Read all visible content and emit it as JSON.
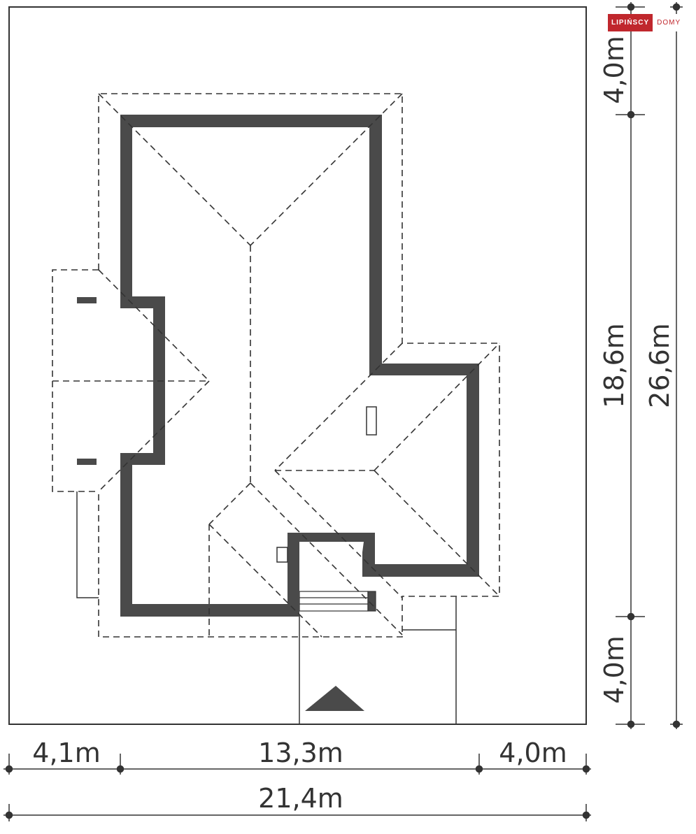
{
  "logo": {
    "primary": "LIPIŃSCY",
    "secondary": "DOMY"
  },
  "dimensions": {
    "bottom_left": "4,1m",
    "bottom_middle": "13,3m",
    "bottom_right": "4,0m",
    "bottom_total": "21,4m",
    "right_top": "4,0m",
    "right_middle": "18,6m",
    "right_bottom": "4,0m",
    "right_total": "26,6m"
  },
  "colors": {
    "wall": "#4a4a4a",
    "logo_red": "#c0272d",
    "line": "#333333"
  }
}
